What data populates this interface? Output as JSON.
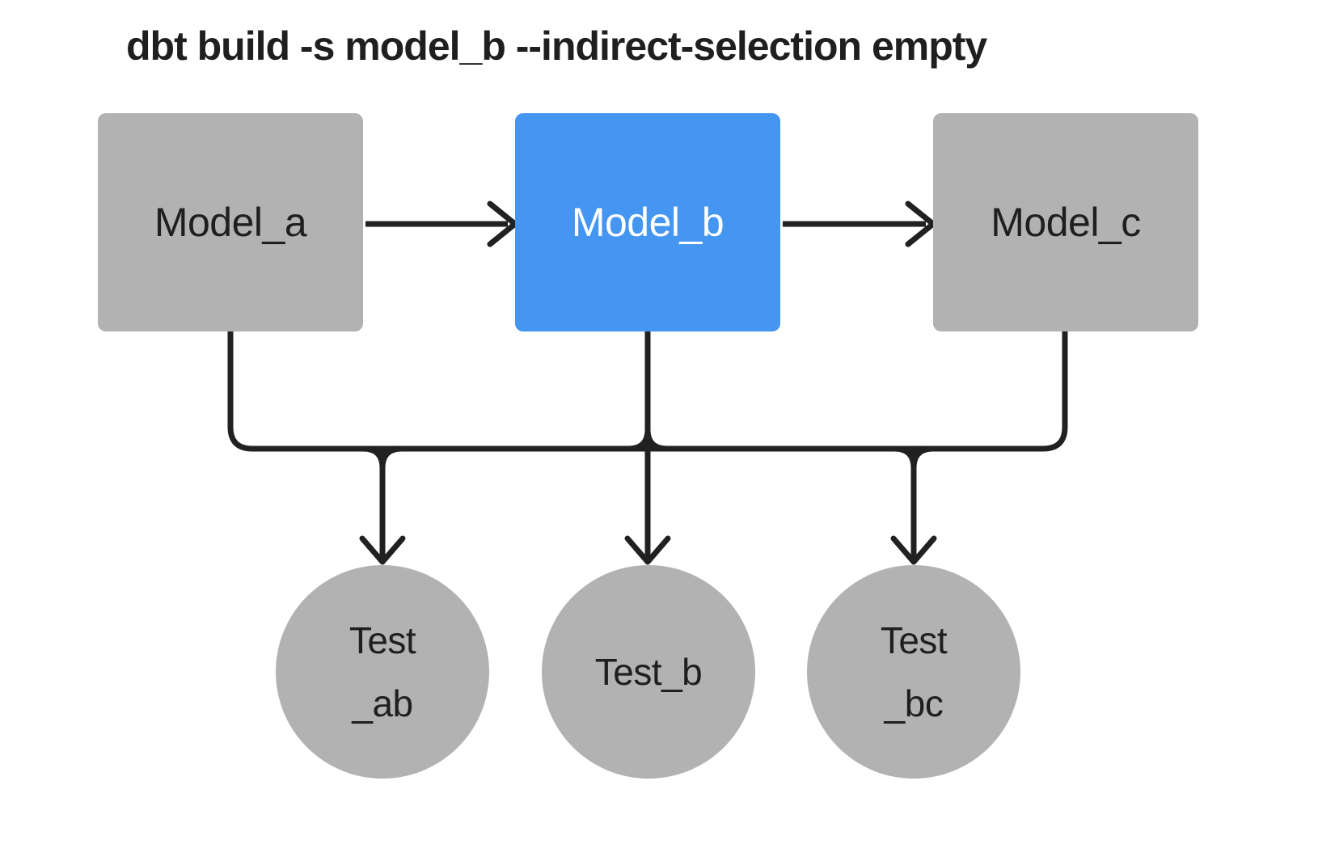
{
  "title": "dbt build -s model_b --indirect-selection empty",
  "colors": {
    "background": "#ffffff",
    "node_gray": "#b2b2b2",
    "node_selected_blue": "#4496f0",
    "edge_dark": "#212121",
    "text_dark": "#1f1f1f",
    "text_on_blue": "#ffffff"
  },
  "models": [
    {
      "id": "model_a",
      "label": "Model_a",
      "selected": false
    },
    {
      "id": "model_b",
      "label": "Model_b",
      "selected": true
    },
    {
      "id": "model_c",
      "label": "Model_c",
      "selected": false
    }
  ],
  "tests": [
    {
      "id": "test_ab",
      "label": "Test\n_ab"
    },
    {
      "id": "test_b",
      "label": "Test_b"
    },
    {
      "id": "test_bc",
      "label": "Test\n_bc"
    }
  ],
  "edges": [
    {
      "from": "Model_a",
      "to": "Model_b"
    },
    {
      "from": "Model_b",
      "to": "Model_c"
    },
    {
      "from": "Model_a",
      "to": "Test_ab"
    },
    {
      "from": "Model_b",
      "to": "Test_ab"
    },
    {
      "from": "Model_b",
      "to": "Test_b"
    },
    {
      "from": "Model_b",
      "to": "Test_bc"
    },
    {
      "from": "Model_c",
      "to": "Test_bc"
    }
  ]
}
